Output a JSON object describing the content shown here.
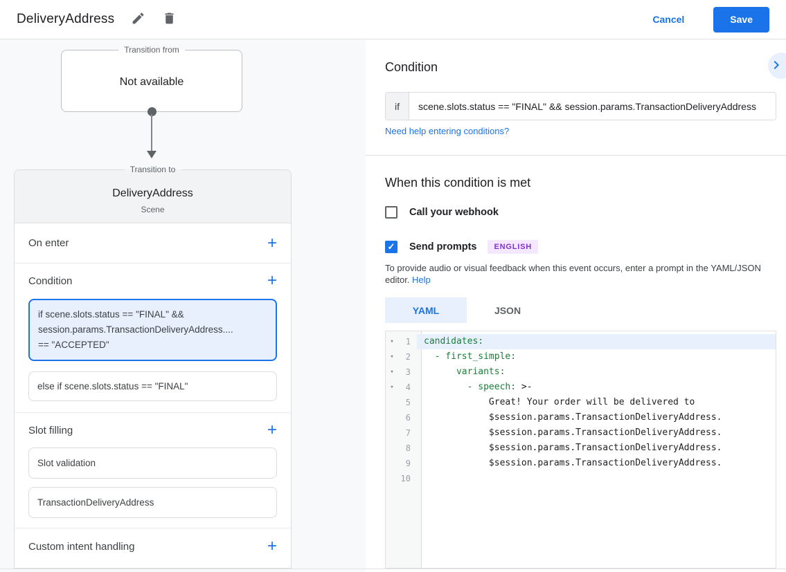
{
  "header": {
    "title": "DeliveryAddress",
    "cancel_label": "Cancel",
    "save_label": "Save"
  },
  "icons": {
    "add": "+",
    "collapse": "▾",
    "check": "✓"
  },
  "diagram": {
    "from_label": "Transition from",
    "from_content": "Not available",
    "to_label": "Transition to",
    "scene_name": "DeliveryAddress",
    "scene_type": "Scene"
  },
  "scene_card": {
    "on_enter": {
      "label": "On enter"
    },
    "condition": {
      "label": "Condition",
      "selected_card": "if scene.slots.status == \"FINAL\" &&\nsession.params.TransactionDeliveryAddress....\n== \"ACCEPTED\"",
      "else_card": "else if scene.slots.status == \"FINAL\""
    },
    "slot_filling": {
      "label": "Slot filling",
      "cards": [
        "Slot validation",
        "TransactionDeliveryAddress"
      ]
    },
    "custom_intent": {
      "label": "Custom intent handling"
    }
  },
  "condition_panel": {
    "title": "Condition",
    "if_label": "if",
    "if_value": "scene.slots.status == \"FINAL\" && session.params.TransactionDeliveryAddress",
    "help_link": "Need help entering conditions?"
  },
  "handler_panel": {
    "title": "When this condition is met",
    "webhook": {
      "label": "Call your webhook",
      "checked": false
    },
    "prompts": {
      "label": "Send prompts",
      "checked": true,
      "language_badge": "ENGLISH"
    },
    "description": "To provide audio or visual feedback when this event occurs, enter a prompt in the YAML/JSON editor.",
    "help_link": "Help",
    "tabs": [
      {
        "label": "YAML",
        "active": true
      },
      {
        "label": "JSON",
        "active": false
      }
    ]
  },
  "editor": {
    "lines": [
      {
        "num": "1",
        "indent": "",
        "key": "candidates:",
        "rest": ""
      },
      {
        "num": "2",
        "indent": "  ",
        "key": "- first_simple:",
        "rest": ""
      },
      {
        "num": "3",
        "indent": "      ",
        "key": "variants:",
        "rest": ""
      },
      {
        "num": "4",
        "indent": "        ",
        "key": "- speech:",
        "rest": " >-"
      },
      {
        "num": "5",
        "indent": "            ",
        "key": "",
        "rest": "Great! Your order will be delivered to"
      },
      {
        "num": "6",
        "indent": "            ",
        "key": "",
        "rest": "$session.params.TransactionDeliveryAddress."
      },
      {
        "num": "7",
        "indent": "            ",
        "key": "",
        "rest": "$session.params.TransactionDeliveryAddress."
      },
      {
        "num": "8",
        "indent": "            ",
        "key": "",
        "rest": "$session.params.TransactionDeliveryAddress."
      },
      {
        "num": "9",
        "indent": "            ",
        "key": "",
        "rest": "$session.params.TransactionDeliveryAddress."
      },
      {
        "num": "10",
        "indent": "",
        "key": "",
        "rest": ""
      }
    ]
  },
  "colors": {
    "accent": "#1a73e8",
    "selection_bg": "#e8f0fe",
    "yaml_key_green": "#188038",
    "badge_text": "#8430ce",
    "badge_bg": "#f3e8fd"
  }
}
